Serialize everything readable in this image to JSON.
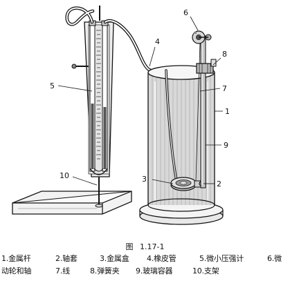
{
  "figure": {
    "caption_prefix": "图",
    "caption_number": "1.17-1"
  },
  "callouts": [
    "1",
    "2",
    "3",
    "4",
    "5",
    "6",
    "7",
    "8",
    "9",
    "10"
  ],
  "legend": {
    "row1": [
      {
        "num": "1.",
        "text": "金属杆"
      },
      {
        "num": "2.",
        "text": "轴套"
      },
      {
        "num": "3.",
        "text": "金属盒"
      },
      {
        "num": "4.",
        "text": "橡皮管"
      },
      {
        "num": "5.",
        "text": "微小压强计"
      },
      {
        "num": "6.",
        "text": "微"
      }
    ],
    "row2": [
      {
        "num": "",
        "text": "动轮和轴"
      },
      {
        "num": "7.",
        "text": "线"
      },
      {
        "num": "8.",
        "text": "弹簧夹"
      },
      {
        "num": "9.",
        "text": "玻璃容器"
      },
      {
        "num": "10.",
        "text": "支架"
      }
    ]
  }
}
